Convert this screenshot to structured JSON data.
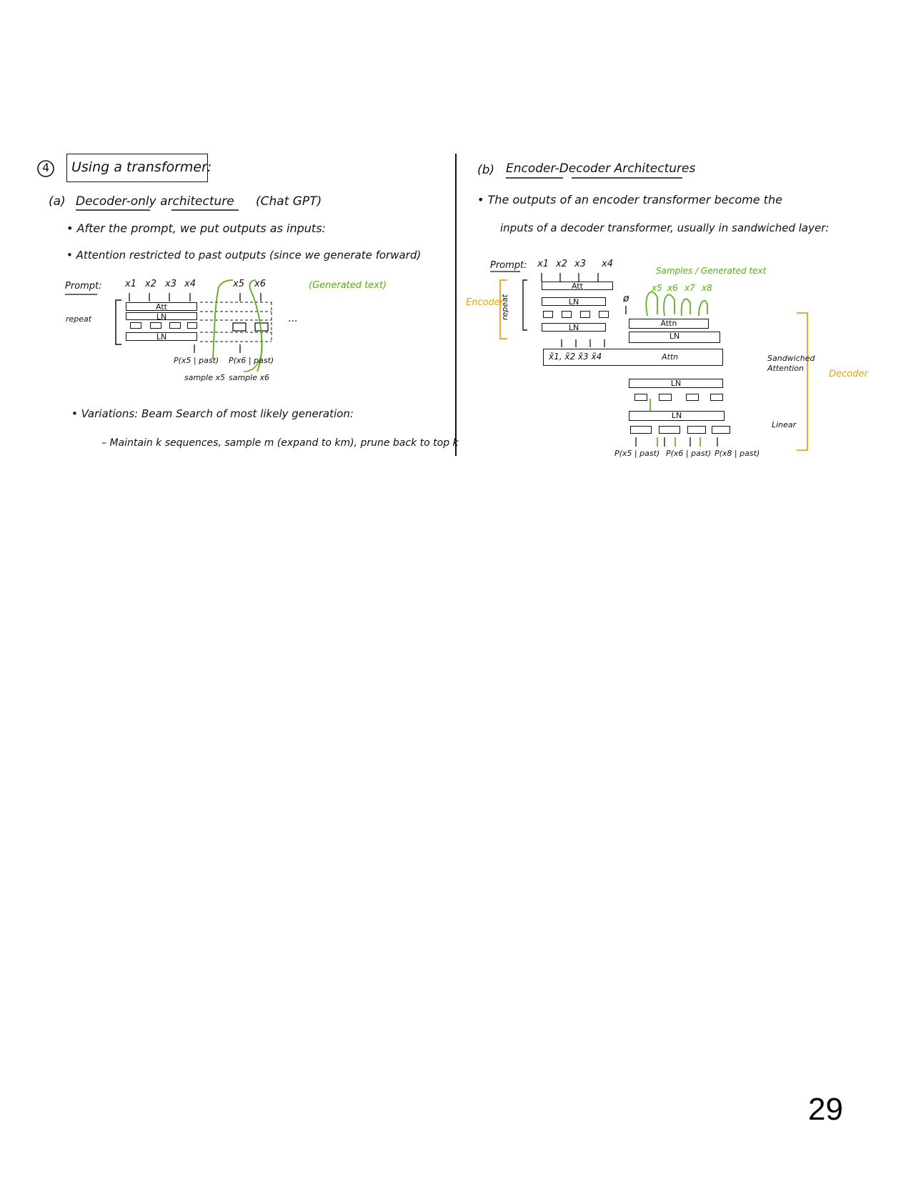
{
  "left": {
    "section_number": "4",
    "section_title": "Using a transformer:",
    "sub_a": "(a)",
    "heading": "Decoder-only architecture",
    "heading_note": "(Chat GPT)",
    "bullet1": "• After the prompt, we put outputs as inputs:",
    "bullet2": "• Attention restricted to past outputs (since we generate forward)",
    "prompt_label": "Prompt:",
    "prompt_tokens": [
      "x1",
      "x2",
      "x3",
      "x4"
    ],
    "gen_tokens": [
      "x5",
      "x6"
    ],
    "generated_note": "(Generated text)",
    "repeat_label": "repeat",
    "layer_attn": "Att",
    "layer_ln1": "LN",
    "layer_ln2": "LN",
    "ellipsis": "...",
    "prob1": "P(x5 | past)",
    "prob2": "P(x6 | past)",
    "sample1": "sample x5",
    "sample2": "sample x6",
    "bullet3": "• Variations: Beam Search of most likely generation:",
    "bullet4": "– Maintain k sequences, sample m (expand to km), prune back to top k"
  },
  "right": {
    "sub_b": "(b)",
    "heading": "Encoder-Decoder Architectures",
    "bullet1_line1": "• The outputs of an encoder transformer become the",
    "bullet1_line2": "inputs of a decoder transformer, usually in sandwiched layer:",
    "prompt_label": "Prompt:",
    "prompt_tokens": [
      "x1",
      "x2",
      "x3",
      "x4"
    ],
    "samples_note": "Samples / Generated text",
    "gen_tokens": [
      "x5",
      "x6",
      "x7",
      "x8"
    ],
    "encoder_label": "Encoder",
    "repeat_label": "repeat",
    "enc_attn": "Att",
    "enc_ln1": "LN",
    "enc_ln2": "LN",
    "start_symbol": "ø",
    "dec_attn": "Attn",
    "dec_ln1": "LN",
    "encoded_tokens": "x̃1, x̃2 x̃3 x̃4",
    "cross_attn": "Attn",
    "sandwiched_label": "Sandwiched Attention",
    "dec_ln2": "LN",
    "dec_ln3": "LN",
    "linear_label": "Linear",
    "decoder_label": "Decoder",
    "probs": [
      "P(x5 | past)",
      "P(x6 | past)",
      "P(x8 | past)"
    ]
  },
  "page_number": "29"
}
